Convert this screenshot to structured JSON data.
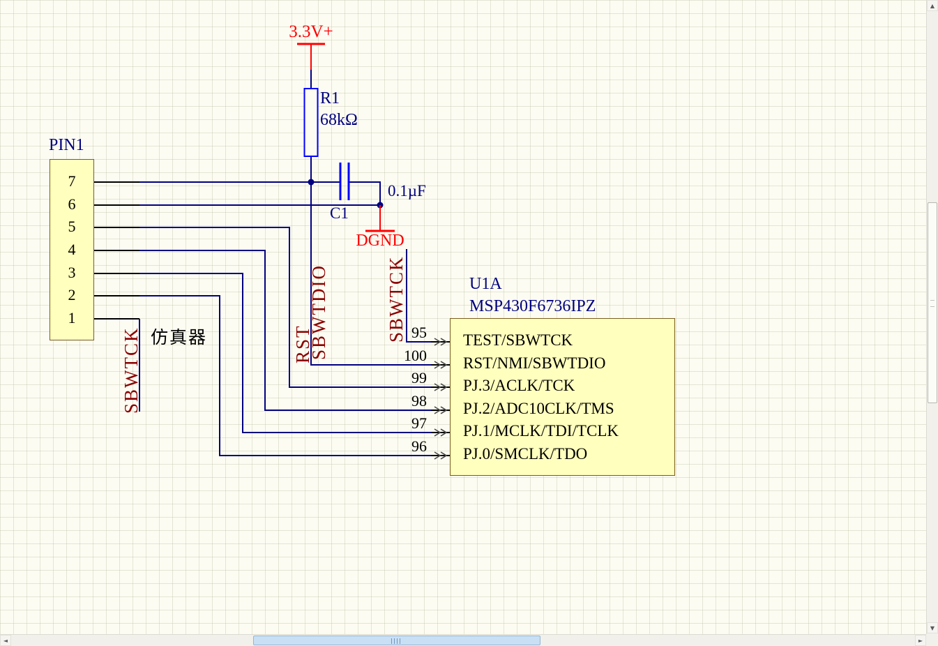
{
  "colors": {
    "background": "#FCFCF2",
    "grid": "#BABA9E",
    "wire": "#000080",
    "component_outline": "#0000FF",
    "component_fill": "#FFFFBE",
    "component_border": "#7A5C1E",
    "power_red": "#FF0000",
    "net_label_red": "#8B0000",
    "designator_blue": "#000080",
    "pin_text_black": "#000000"
  },
  "icons": {
    "scroll_up": "▲",
    "scroll_down": "▼",
    "scroll_left": "◄",
    "scroll_right": "►"
  },
  "schematic": {
    "power_rail": {
      "label": "3.3V+"
    },
    "ground": {
      "label": "DGND"
    },
    "resistor": {
      "designator": "R1",
      "value": "68kΩ"
    },
    "capacitor": {
      "designator": "C1",
      "value": "0.1µF"
    },
    "annotation": "仿真器",
    "connector": {
      "designator": "PIN1",
      "pin_numbers": [
        "7",
        "6",
        "5",
        "4",
        "3",
        "2",
        "1"
      ]
    },
    "net_labels": {
      "sbwtck": "SBWTCK",
      "rst": "RST",
      "sbwtdio": "SBWTDIO"
    },
    "ic": {
      "designator": "U1A",
      "part_number": "MSP430F6736IPZ",
      "pins": [
        {
          "number": "95",
          "name": "TEST/SBWTCK"
        },
        {
          "number": "100",
          "name": "RST/NMI/SBWTDIO"
        },
        {
          "number": "99",
          "name": "PJ.3/ACLK/TCK"
        },
        {
          "number": "98",
          "name": "PJ.2/ADC10CLK/TMS"
        },
        {
          "number": "97",
          "name": "PJ.1/MCLK/TDI/TCLK"
        },
        {
          "number": "96",
          "name": "PJ.0/SMCLK/TDO"
        }
      ]
    }
  }
}
